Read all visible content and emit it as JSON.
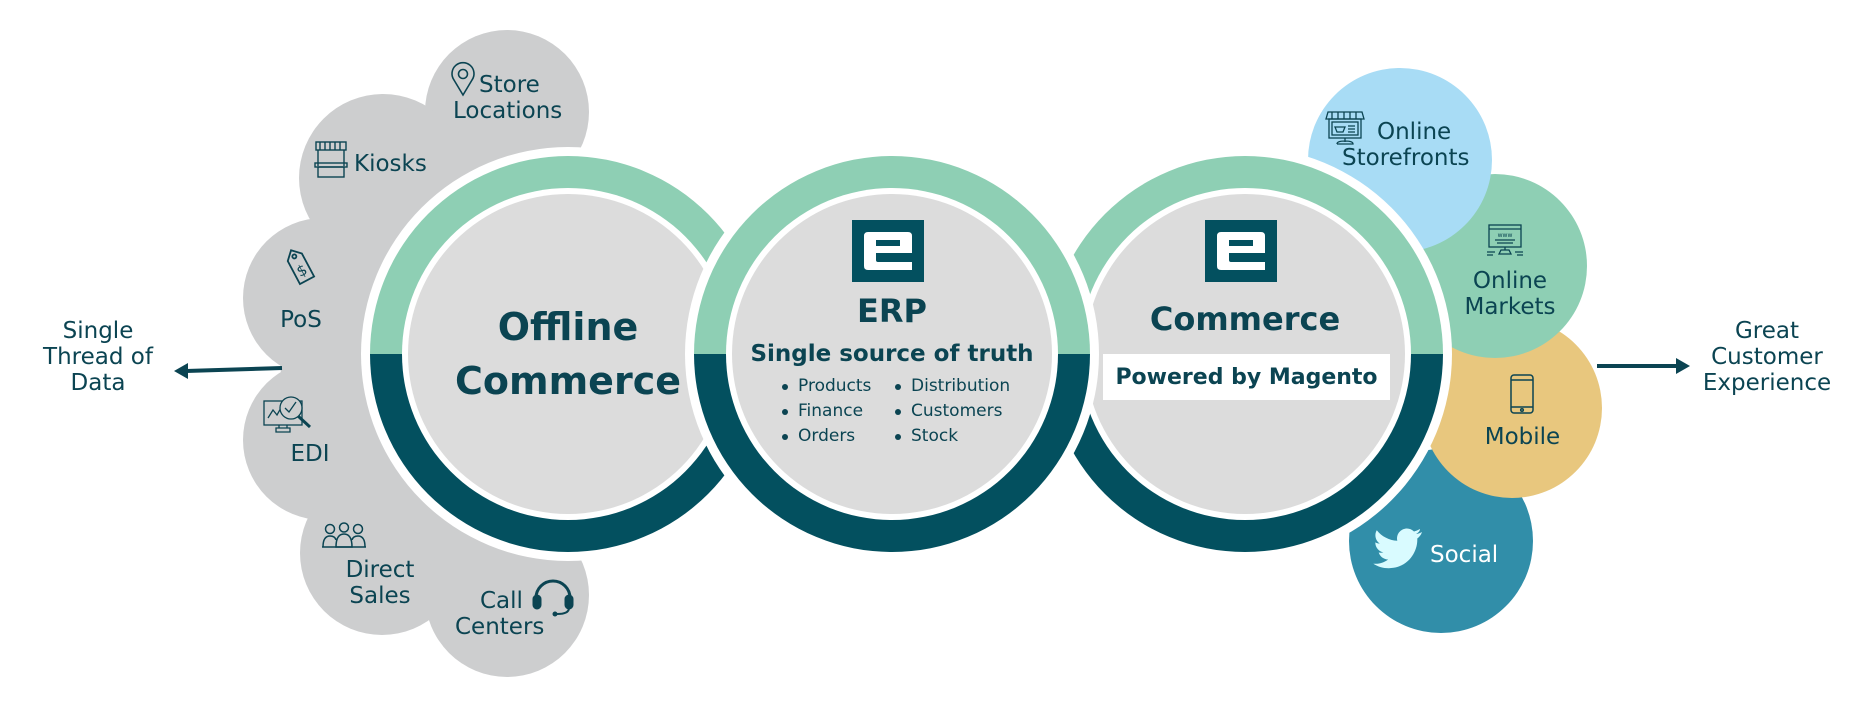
{
  "colors": {
    "text": "#0b4452",
    "ring_top": "#8ecfb4",
    "ring_bottom": "#03505f",
    "inner": "#dcdcdc",
    "cloud": "#cdcecf",
    "storefronts": "#a8dcf5",
    "markets": "#8ecfb4",
    "mobile": "#e8c77e",
    "social": "#318ea9",
    "logo_bg": "#03505f"
  },
  "left_output": {
    "lines": [
      "Single",
      "Thread of",
      "Data"
    ],
    "arrow": "arrow-left"
  },
  "right_output": {
    "lines": [
      "Great",
      "Customer",
      "Experience"
    ],
    "arrow": "arrow-right"
  },
  "offline_channels": [
    {
      "id": "store-locations",
      "icon": "map-pin-icon",
      "lines": [
        "Store",
        "Locations"
      ]
    },
    {
      "id": "kiosks",
      "icon": "kiosk-icon",
      "lines": [
        "Kiosks"
      ]
    },
    {
      "id": "pos",
      "icon": "price-tag-icon",
      "lines": [
        "PoS"
      ]
    },
    {
      "id": "edi",
      "icon": "analytics-monitor-icon",
      "lines": [
        "EDI"
      ]
    },
    {
      "id": "direct-sales",
      "icon": "people-group-icon",
      "lines": [
        "Direct",
        "Sales"
      ]
    },
    {
      "id": "call-centers",
      "icon": "headset-icon",
      "lines": [
        "Call",
        "Centers"
      ]
    }
  ],
  "online_channels": [
    {
      "id": "online-storefronts",
      "icon": "storefront-monitor-icon",
      "lines": [
        "Online",
        "Storefronts"
      ]
    },
    {
      "id": "online-markets",
      "icon": "www-monitor-icon",
      "lines": [
        "Online",
        "Markets"
      ]
    },
    {
      "id": "mobile",
      "icon": "smartphone-icon",
      "lines": [
        "Mobile"
      ]
    },
    {
      "id": "social",
      "icon": "twitter-bird-icon",
      "lines": [
        "Social"
      ]
    }
  ],
  "hubs": {
    "offline": {
      "lines": [
        "Offline",
        "Commerce"
      ]
    },
    "erp": {
      "logo": "e-logo-icon",
      "title": "ERP",
      "subtitle": "Single source of truth",
      "bullets_col1": [
        "Products",
        "Finance",
        "Orders"
      ],
      "bullets_col2": [
        "Distribution",
        "Customers",
        "Stock"
      ]
    },
    "commerce": {
      "logo": "e-logo-icon",
      "title": "Commerce",
      "badge": "Powered by Magento"
    }
  }
}
